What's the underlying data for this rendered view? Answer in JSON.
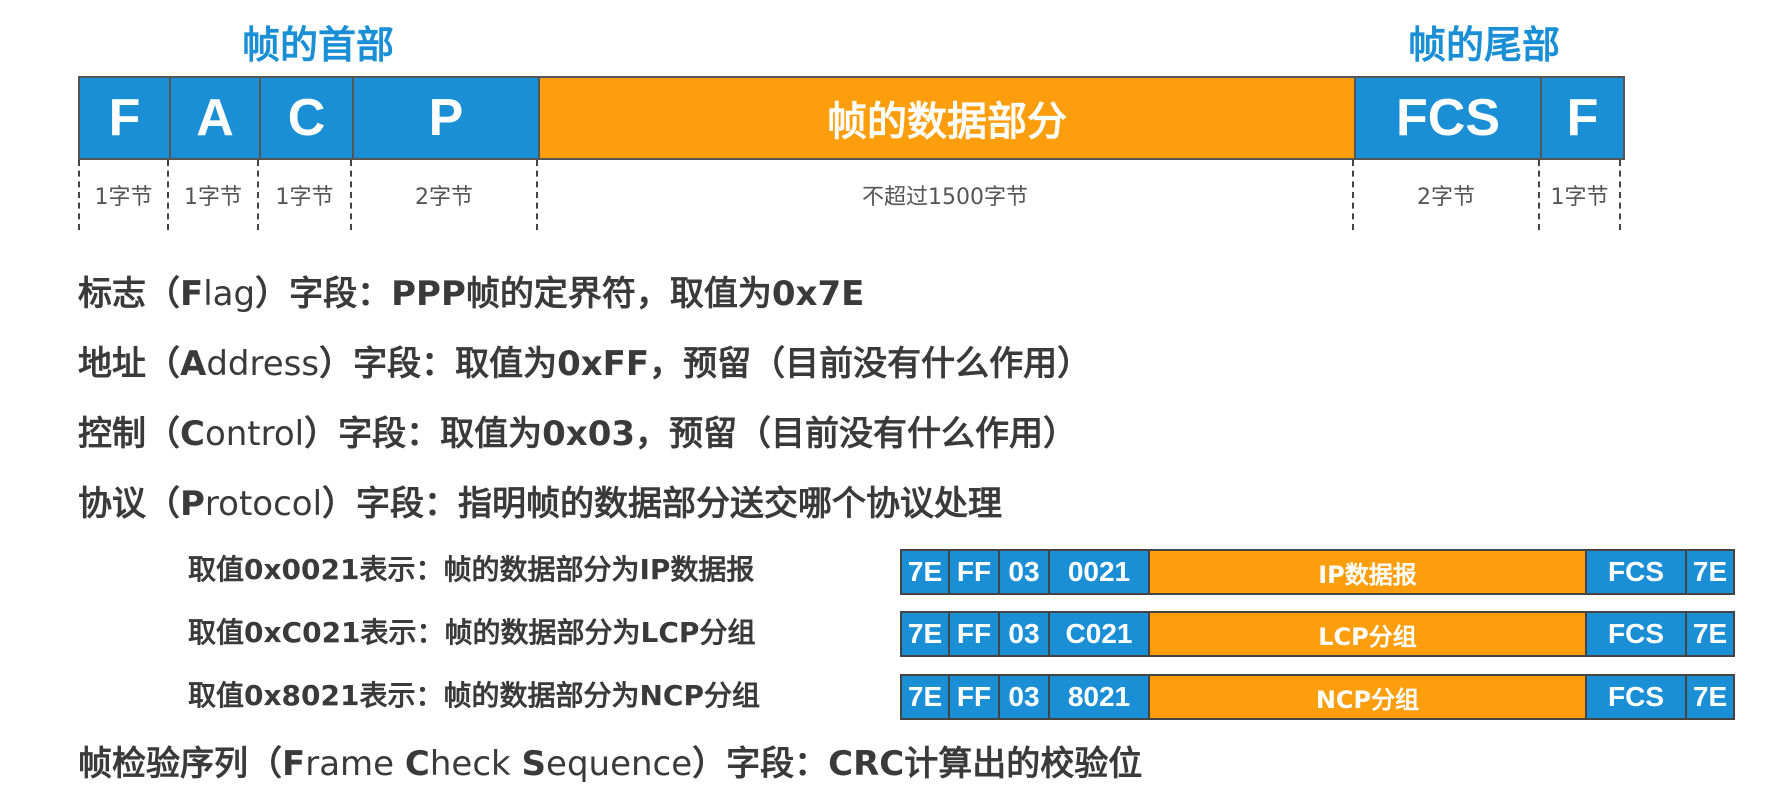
{
  "header": {
    "frame_head": "帧的首部",
    "frame_tail": "帧的尾部"
  },
  "frame": {
    "fields": [
      {
        "label": "F",
        "size": "1字节",
        "color": "blue"
      },
      {
        "label": "A",
        "size": "1字节",
        "color": "blue"
      },
      {
        "label": "C",
        "size": "1字节",
        "color": "blue"
      },
      {
        "label": "P",
        "size": "2字节",
        "color": "blue"
      },
      {
        "label": "帧的数据部分",
        "size": "不超过1500字节",
        "color": "orange"
      },
      {
        "label": "FCS",
        "size": "2字节",
        "color": "blue"
      },
      {
        "label": "F",
        "size": "1字节",
        "color": "blue"
      }
    ]
  },
  "descriptions": {
    "flag": {
      "prefix": "标志（",
      "initial": "F",
      "rest": "lag",
      "suffix": "）字段：PPP帧的定界符，取值为0x7E"
    },
    "address": {
      "prefix": "地址（",
      "initial": "A",
      "rest": "ddress",
      "suffix": "）字段：取值为0xFF，预留（目前没有什么作用）"
    },
    "control": {
      "prefix": "控制（",
      "initial": "C",
      "rest": "ontrol",
      "suffix": "）字段：取值为0x03，预留（目前没有什么作用）"
    },
    "protocol": {
      "prefix": "协议（",
      "initial": "P",
      "rest": "rotocol",
      "suffix": "）字段：指明帧的数据部分送交哪个协议处理"
    },
    "fcs": {
      "prefix": "帧检验序列（",
      "w1_initial": "F",
      "w1_rest": "rame ",
      "w2_initial": "C",
      "w2_rest": "heck ",
      "w3_initial": "S",
      "w3_rest": "equence",
      "suffix": "）字段：CRC计算出的校验位"
    }
  },
  "protocol_values": [
    {
      "text": "取值0x0021表示：帧的数据部分为IP数据报",
      "cells": [
        "7E",
        "FF",
        "03",
        "0021",
        "IP数据报",
        "FCS",
        "7E"
      ]
    },
    {
      "text": "取值0xC021表示：帧的数据部分为LCP分组",
      "cells": [
        "7E",
        "FF",
        "03",
        "C021",
        "LCP分组",
        "FCS",
        "7E"
      ]
    },
    {
      "text": "取值0x8021表示：帧的数据部分为NCP分组",
      "cells": [
        "7E",
        "FF",
        "03",
        "8021",
        "NCP分组",
        "FCS",
        "7E"
      ]
    }
  ],
  "colors": {
    "blue": "#1a8fd6",
    "orange": "#ff9e0c"
  }
}
